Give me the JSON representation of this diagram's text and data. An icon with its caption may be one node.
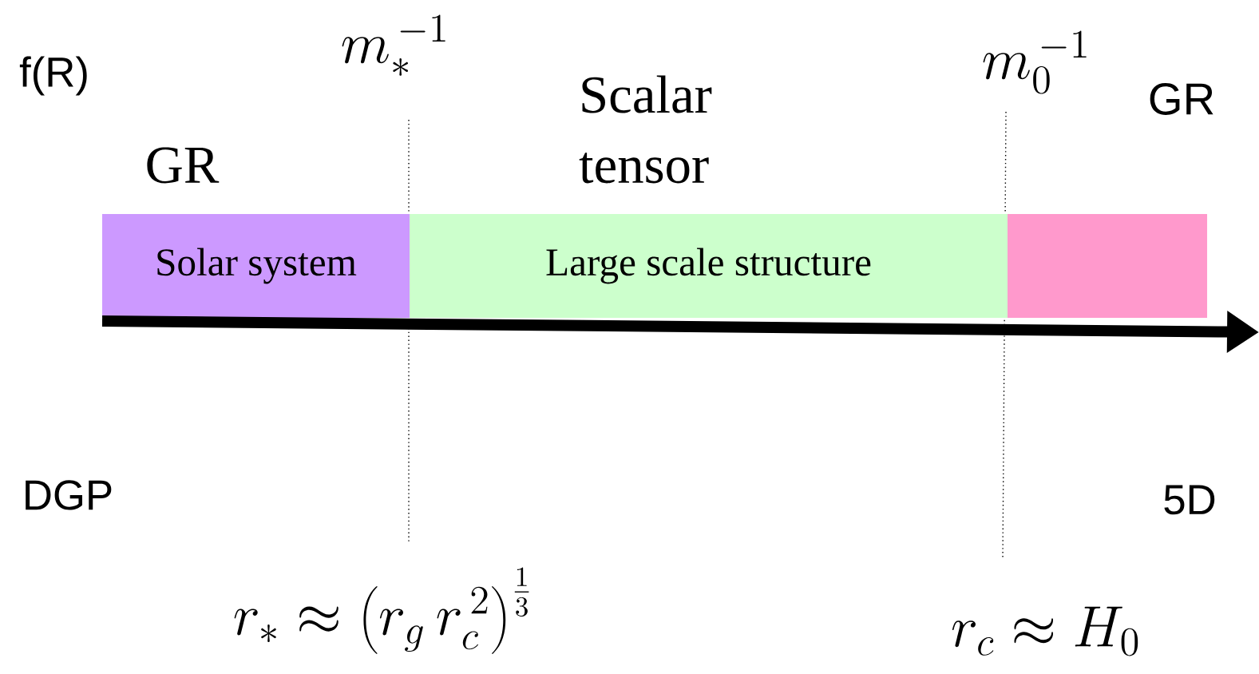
{
  "diagram": {
    "nodes": [
      {
        "text": [
          "Solar system"
        ]
      },
      {
        "text": [
          "Large scale structure"
        ]
      },
      {
        "text": [],
        "shape": "bar"
      }
    ],
    "labels": [
      "f(R)",
      "m_*^{\\,-1}",
      "Scalar tensor",
      "m_0^{\\,-1}",
      "GR",
      "GR",
      "DGP",
      "5D",
      "r_* \\approx \\left(r_g\\, r_c^{\\,2}\\right)^{\\frac{1}{3}}",
      "r_c \\approx H_0"
    ]
  }
}
